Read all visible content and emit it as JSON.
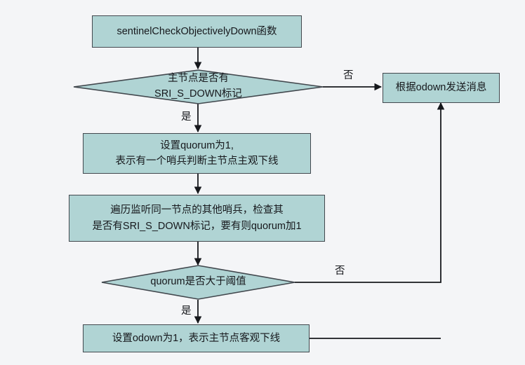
{
  "diagram": {
    "type": "flowchart",
    "title": "sentinelCheckObjectivelyDown flow",
    "background_color": "#f4f5f7",
    "node_fill_color": "#b0d4d4",
    "node_border_color": "#42484e",
    "edge_color": "#16181c",
    "nodes": [
      {
        "id": "start",
        "shape": "process",
        "label": "sentinelCheckObjectivelyDown函数"
      },
      {
        "id": "check_sdown",
        "shape": "decision",
        "label": "主节点是否有\nSRI_S_DOWN标记"
      },
      {
        "id": "send_odown",
        "shape": "process",
        "label": "根据odown发送消息"
      },
      {
        "id": "set_quorum",
        "shape": "process",
        "label": "设置quorum为1,\n表示有一个哨兵判断主节点主观下线"
      },
      {
        "id": "iterate_sentinels",
        "shape": "process",
        "label": "遍历监听同一节点的其他哨兵，检查其\n是否有SRI_S_DOWN标记，要有则quorum加1"
      },
      {
        "id": "check_quorum",
        "shape": "decision",
        "label": "quorum是否大于阈值"
      },
      {
        "id": "set_odown",
        "shape": "process",
        "label": "设置odown为1，表示主节点客观下线"
      }
    ],
    "edges": [
      {
        "id": "e1",
        "from": "start",
        "to": "check_sdown",
        "label": ""
      },
      {
        "id": "e2",
        "from": "check_sdown",
        "to": "send_odown",
        "label": "否"
      },
      {
        "id": "e3",
        "from": "check_sdown",
        "to": "set_quorum",
        "label": "是"
      },
      {
        "id": "e4",
        "from": "set_quorum",
        "to": "iterate_sentinels",
        "label": ""
      },
      {
        "id": "e5",
        "from": "iterate_sentinels",
        "to": "check_quorum",
        "label": ""
      },
      {
        "id": "e6",
        "from": "check_quorum",
        "to": "send_odown",
        "label": "否"
      },
      {
        "id": "e7",
        "from": "check_quorum",
        "to": "set_odown",
        "label": "是"
      },
      {
        "id": "e8",
        "from": "set_odown",
        "to": "send_odown",
        "label": ""
      }
    ],
    "edge_labels": {
      "no_top": "否",
      "yes_top": "是",
      "no_bottom": "否",
      "yes_bottom": "是"
    }
  }
}
